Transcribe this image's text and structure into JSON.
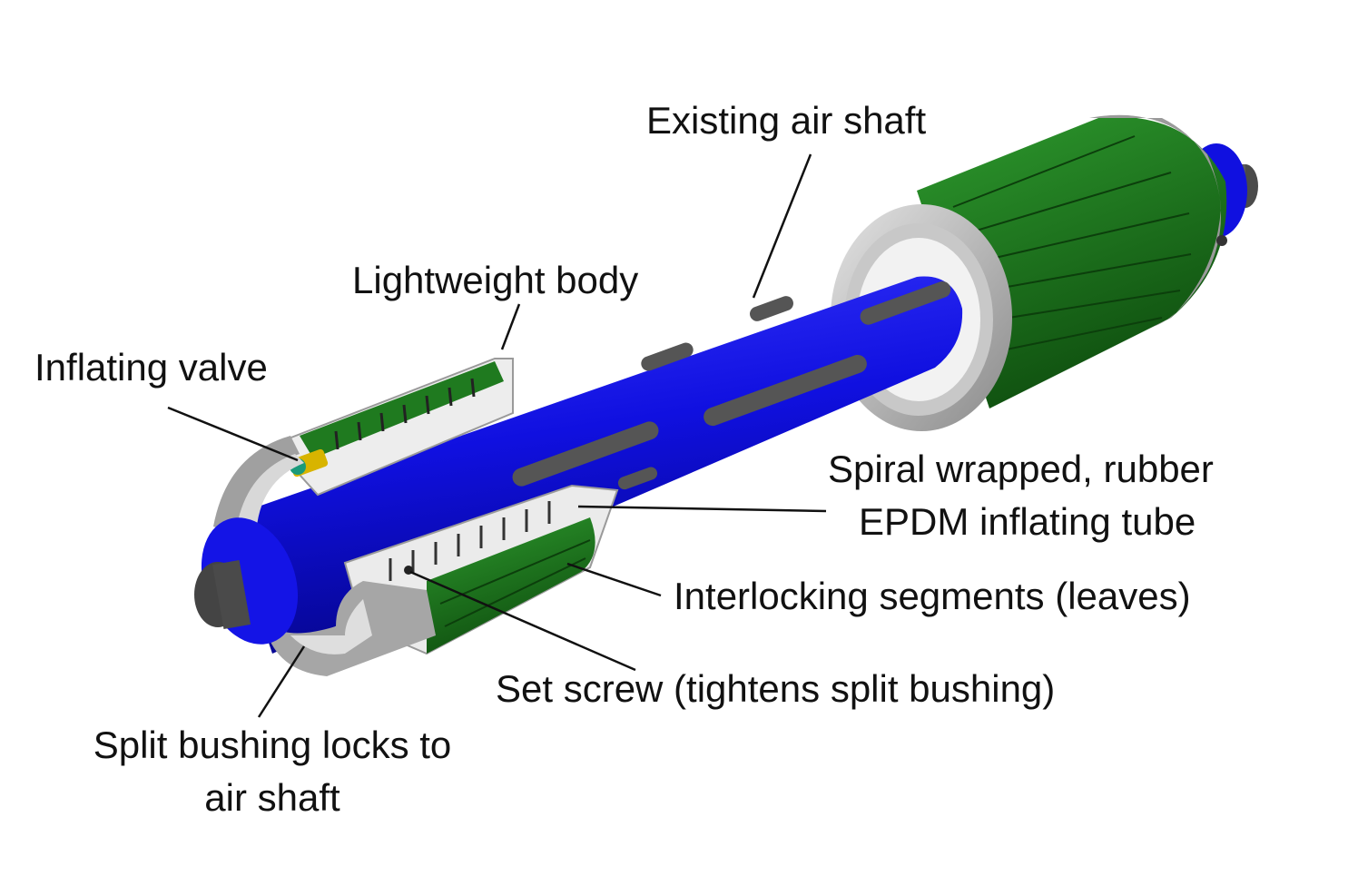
{
  "labels": {
    "existing_air_shaft": "Existing air shaft",
    "lightweight_body": "Lightweight body",
    "inflating_valve": "Inflating valve",
    "spiral_line1": "Spiral wrapped, rubber",
    "spiral_line2": "EPDM inflating tube",
    "interlocking_segments": "Interlocking segments (leaves)",
    "set_screw": "Set screw (tightens split bushing)",
    "split_bushing_line1": "Split bushing locks to",
    "split_bushing_line2": "air shaft"
  },
  "colors": {
    "shaft": "#1010e0",
    "shaft_shadow": "#05058a",
    "segments": "#1f7a1f",
    "segments_dark": "#0f4f0f",
    "bushing": "#a8a8a8",
    "bushing_light": "#dcdcdc",
    "axle": "#4a4a4a",
    "slot": "#555555"
  }
}
